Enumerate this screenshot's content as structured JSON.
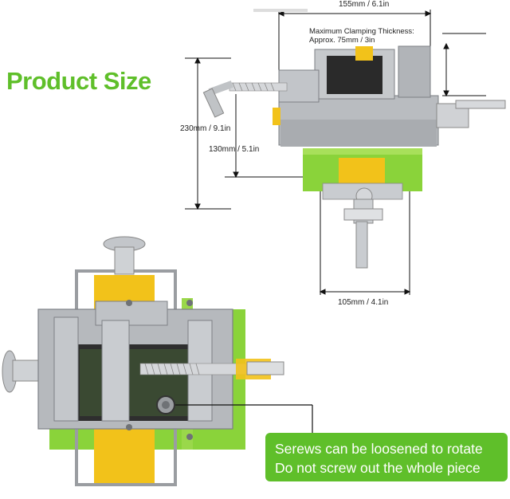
{
  "title": "Product Size",
  "dimensions": {
    "width_top": "155mm / 6.1in",
    "clamping_title": "Maximum Clamping Thickness:",
    "clamping_value": "Approx. 75mm / 3in",
    "height_total": "230mm / 9.1in",
    "height_lower": "130mm / 5.1in",
    "width_bottom": "105mm / 4.1in"
  },
  "note": {
    "line1": "Serews can be loosened to rotate",
    "line2": "Do not screw out the whole piece"
  },
  "colors": {
    "accent_green": "#5fbf2a",
    "body_yellow": "#f2c21a",
    "steel": "#b9bcc0"
  }
}
